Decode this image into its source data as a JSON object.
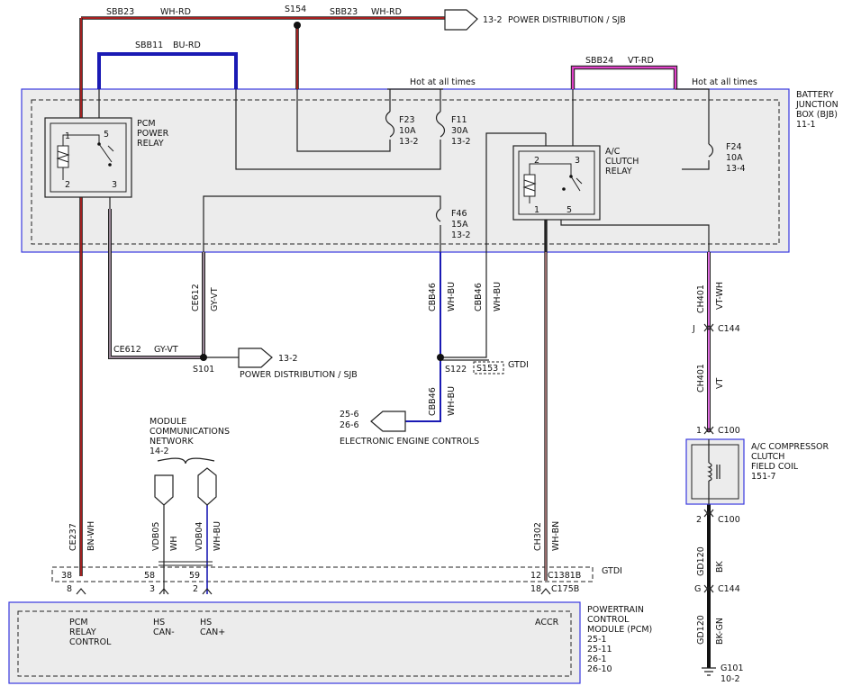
{
  "top": {
    "sbb23_left": "SBB23",
    "sbb23_left_color": "WH-RD",
    "s154": "S154",
    "sbb23_right": "SBB23",
    "sbb23_right_color": "WH-RD",
    "pd_top_ref": "13-2",
    "pd_top_text": "POWER DISTRIBUTION / SJB",
    "sbb11": "SBB11",
    "sbb11_color": "BU-RD",
    "sbb24": "SBB24",
    "sbb24_color": "VT-RD",
    "hot1": "Hot at all times",
    "hot2": "Hot at all times"
  },
  "bjb": {
    "line1": "BATTERY",
    "line2": "JUNCTION",
    "line3": "BOX (BJB)",
    "ref": "11-1"
  },
  "pcm_relay": {
    "line1": "PCM",
    "line2": "POWER",
    "line3": "RELAY",
    "pin1": "1",
    "pin2": "2",
    "pin3": "3",
    "pin5": "5"
  },
  "ac_relay": {
    "line1": "A/C",
    "line2": "CLUTCH",
    "line3": "RELAY",
    "pin1": "1",
    "pin2": "2",
    "pin3": "3",
    "pin5": "5"
  },
  "fuses": {
    "f23_name": "F23",
    "f23_amp": "10A",
    "f23_ref": "13-2",
    "f11_name": "F11",
    "f11_amp": "30A",
    "f11_ref": "13-2",
    "f24_name": "F24",
    "f24_amp": "10A",
    "f24_ref": "13-4",
    "f46_name": "F46",
    "f46_amp": "15A",
    "f46_ref": "13-2"
  },
  "mid": {
    "ce612_v": "CE612",
    "ce612_v_color": "GY-VT",
    "ce612_h": "CE612",
    "ce612_h_color": "GY-VT",
    "s101": "S101",
    "pd_mid_ref": "13-2",
    "pd_mid_text": "POWER DISTRIBUTION / SJB",
    "cbb46_a": "CBB46",
    "cbb46_a_color": "WH-BU",
    "cbb46_b": "CBB46",
    "cbb46_b_color": "WH-BU",
    "s122": "S122",
    "s153": "S153",
    "gtdi_1": "GTDI",
    "cbb46_c": "CBB46",
    "cbb46_c_color": "WH-BU",
    "eec_ref1": "25-6",
    "eec_ref2": "26-6",
    "eec_text": "ELECTRONIC ENGINE CONTROLS"
  },
  "ac_right": {
    "ch401_a": "CH401",
    "ch401_a_color": "VT-WH",
    "j_pin": "J",
    "c144_a": "C144",
    "ch401_b": "CH401",
    "ch401_b_color": "VT",
    "pin1": "1",
    "c100_a": "C100",
    "coil1": "A/C COMPRESSOR",
    "coil2": "CLUTCH",
    "coil3": "FIELD COIL",
    "coil_ref": "151-7",
    "pin2": "2",
    "c100_b": "C100",
    "gd120_a": "GD120",
    "gd120_a_color": "BK",
    "g_pin": "G",
    "c144_b": "C144",
    "gd120_b": "GD120",
    "gd120_b_color": "BK-GN",
    "g101": "G101",
    "g101_ref": "10-2"
  },
  "network": {
    "line1": "MODULE",
    "line2": "COMMUNICATIONS",
    "line3": "NETWORK",
    "ref": "14-2"
  },
  "bottom": {
    "ce237": "CE237",
    "ce237_color": "BN-WH",
    "vdb05": "VDB05",
    "vdb05_color": "WH",
    "vdb04": "VDB04",
    "vdb04_color": "WH-BU",
    "ch302": "CH302",
    "ch302_color": "WH-BN",
    "p38": "38",
    "p58": "58",
    "p59": "59",
    "p12": "12",
    "c1381b": "C1381B",
    "gtdi_2": "GTDI",
    "p8": "8",
    "p3": "3",
    "p2": "2",
    "p18": "18",
    "c175b": "C175B"
  },
  "pcm": {
    "relay_ctrl1": "PCM",
    "relay_ctrl2": "RELAY",
    "relay_ctrl3": "CONTROL",
    "hs1a": "HS",
    "hs1b": "CAN-",
    "hs2a": "HS",
    "hs2b": "CAN+",
    "accr": "ACCR",
    "name1": "POWERTRAIN",
    "name2": "CONTROL",
    "name3": "MODULE (PCM)",
    "ref1": "25-1",
    "ref2": "25-11",
    "ref3": "26-1",
    "ref4": "26-10"
  },
  "colors": {
    "red": "#d42020",
    "blue": "#1a1ab4",
    "pink": "#e040c8",
    "box_outline": "#3a3ae0",
    "box_fill": "#ececec",
    "gray_wire": "#7a6a78",
    "brown_wire": "#8a2a2a"
  }
}
